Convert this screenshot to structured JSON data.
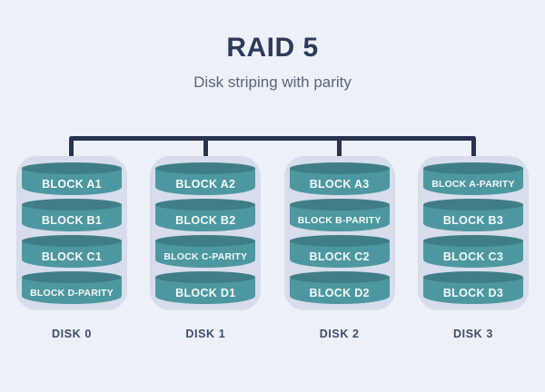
{
  "title": "RAID 5",
  "subtitle": "Disk striping with parity",
  "disks": [
    {
      "label": "DISK 0",
      "blocks": [
        "BLOCK A1",
        "BLOCK B1",
        "BLOCK C1",
        "BLOCK D-PARITY"
      ]
    },
    {
      "label": "DISK 1",
      "blocks": [
        "BLOCK A2",
        "BLOCK B2",
        "BLOCK C-PARITY",
        "BLOCK D1"
      ]
    },
    {
      "label": "DISK 2",
      "blocks": [
        "BLOCK A3",
        "BLOCK B-PARITY",
        "BLOCK C2",
        "BLOCK D2"
      ]
    },
    {
      "label": "DISK 3",
      "blocks": [
        "BLOCK A-PARITY",
        "BLOCK B3",
        "BLOCK C3",
        "BLOCK D3"
      ]
    }
  ],
  "colors": {
    "background": "#edf1f7",
    "title_text": "#2d3a59",
    "subtitle_text": "#5b6479",
    "connector": "#273350",
    "disk_outline": "#d8ddeb",
    "block_body": "#4d98a0",
    "block_top": "#3f7e87",
    "block_text": "#f4f8f8",
    "disk_label_text": "#3e4c69"
  }
}
